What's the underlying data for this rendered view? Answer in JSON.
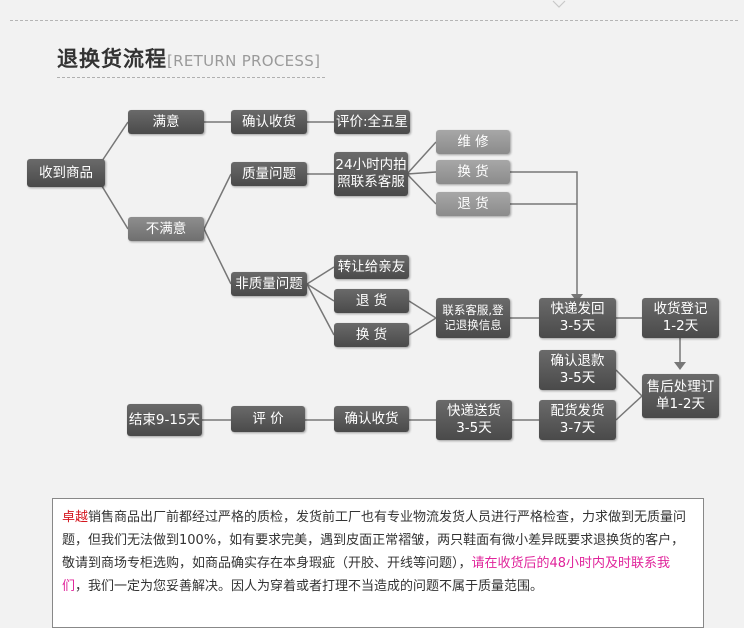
{
  "header": {
    "title_cn": "退换货流程",
    "title_en": "[RETURN PROCESS]"
  },
  "flow": {
    "received": "收到商品",
    "satisfied": "满意",
    "confirm_receipt_top": "确认收货",
    "review_five_star": "评价:全五星",
    "unsatisfied": "不满意",
    "quality_issue": "质量问题",
    "photo_contact": "24小时内拍\n照联系客服",
    "repair": "维  修",
    "exchange_quality": "换  货",
    "refund_quality": "退  货",
    "non_quality_issue": "非质量问题",
    "transfer_to_friend": "转让给亲友",
    "refund_non_quality": "退  货",
    "exchange_non_quality": "换  货",
    "contact_register": "联系客服,登\n记退换信息",
    "express_return": "快递发回\n3-5天",
    "receipt_register": "收货登记\n1-2天",
    "confirm_refund": "确认退款\n3-5天",
    "after_sales": "售后处理订\n单1-2天",
    "ship_goods": "配货发货\n3-7天",
    "express_deliver": "快递送货\n3-5天",
    "confirm_receipt_bottom": "确认收货",
    "evaluate": "评  价",
    "finish": "结束9-15天"
  },
  "notice": {
    "brand": "卓越",
    "text1": "销售商品出厂前都经过严格的质检，发货前工厂也有专业物流发货人员进行严格检查，力求做到无质量问题，但我们无法做到100%，如有要求完美，遇到皮面正常褶皱，两只鞋面有微小差异既要求退换货的客户，敬请到商场专柜选购，如商品确实存在本身瑕疵（开胶、开线等问题），",
    "highlight": "请在收货后的48小时内及时联系我们",
    "text2": "，我们一定为您妥善解决。因人为穿着或者打理不当造成的问题不属于质量范围。"
  },
  "colors": {
    "node_dark": "#555555",
    "node_mid": "#7a7a7a",
    "node_light": "#999999",
    "connector": "#777777",
    "brand_red": "#d4161e",
    "highlight_magenta": "#e0249b"
  }
}
